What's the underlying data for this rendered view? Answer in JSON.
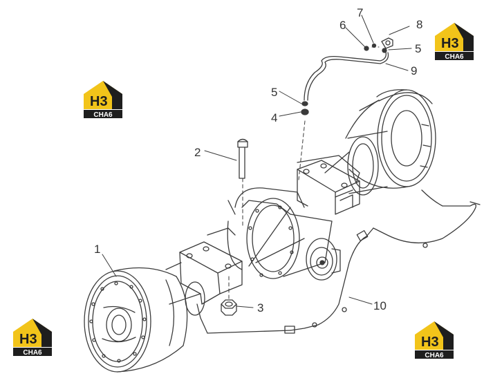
{
  "callouts": [
    {
      "id": "1",
      "label": "1"
    },
    {
      "id": "2",
      "label": "2"
    },
    {
      "id": "3",
      "label": "3"
    },
    {
      "id": "4",
      "label": "4"
    },
    {
      "id": "5a",
      "label": "5"
    },
    {
      "id": "5b",
      "label": "5"
    },
    {
      "id": "6",
      "label": "6"
    },
    {
      "id": "7",
      "label": "7"
    },
    {
      "id": "8",
      "label": "8"
    },
    {
      "id": "9",
      "label": "9"
    },
    {
      "id": "10",
      "label": "10"
    }
  ],
  "logo": {
    "letters": "H3",
    "subtext": "CHA6",
    "colors": {
      "yellow": "#f2c41a",
      "dark": "#1e1e1e",
      "white": "#ffffff"
    }
  },
  "drawing": {
    "line_color": "#3a3a3a"
  }
}
